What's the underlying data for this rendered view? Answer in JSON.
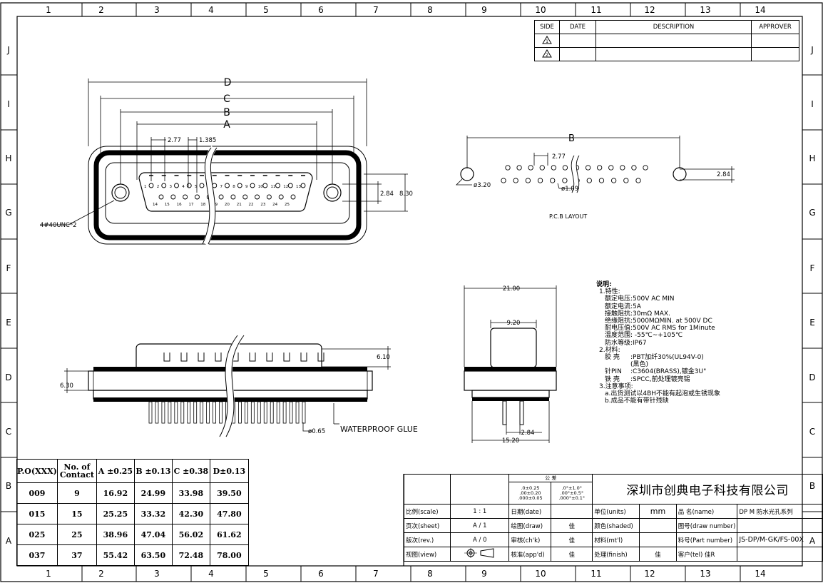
{
  "grid": {
    "cols": [
      "1",
      "2",
      "3",
      "4",
      "5",
      "6",
      "7",
      "8",
      "9",
      "10",
      "11",
      "12",
      "13",
      "14"
    ],
    "rows": [
      "J",
      "I",
      "H",
      "G",
      "F",
      "E",
      "D",
      "C",
      "B",
      "A"
    ]
  },
  "revision": {
    "headers": [
      "SIDE",
      "DATE",
      "DESCRIPTION",
      "APPROVER"
    ],
    "marks": [
      "1",
      "2"
    ]
  },
  "front_view": {
    "dims": {
      "D": "D",
      "C": "C",
      "B": "B",
      "A": "A",
      "pitch": "2.77",
      "half_pitch": "1.385",
      "h1": "2.84",
      "h2": "8.30"
    },
    "screw_note": "4#40UNC*2",
    "top_pins": [
      "1",
      "2",
      "3",
      "4",
      "5",
      "6",
      "7",
      "8",
      "9",
      "10",
      "11",
      "12",
      "13"
    ],
    "bottom_pins": [
      "14",
      "15",
      "16",
      "17",
      "18",
      "19",
      "20",
      "21",
      "22",
      "23",
      "24",
      "25"
    ]
  },
  "pcb": {
    "dim_b": "B",
    "pitch": "2.77",
    "hole_big": "ø3.20",
    "hole_small": "ø1.09",
    "offset": "2.84",
    "title": "P.C.B LAYOUT"
  },
  "side_view": {
    "d1": "6.10",
    "d2": "6.30",
    "pin": "ø0.65",
    "glue": "WATERPROOF GLUE"
  },
  "end_view": {
    "w1": "21.00",
    "w2": "9.20",
    "w3": "2.84",
    "w4": "15.20"
  },
  "notes": {
    "heading": "说明:",
    "spec_title": "1.特性:",
    "specs": [
      {
        "k": "额定电压",
        "v": ":500V AC MIN"
      },
      {
        "k": "额定电流",
        "v": ":5A"
      },
      {
        "k": "接触阻抗",
        "v": ":30mΩ MAX."
      },
      {
        "k": "绝缘阻抗",
        "v": ":5000MΩMIN. at 500V DC"
      },
      {
        "k": "耐电压值",
        "v": ":500V AC RMS for 1Minute"
      },
      {
        "k": "温度范围",
        "v": ": -55℃~+105℃"
      },
      {
        "k": "防水等级",
        "v": ":IP67"
      }
    ],
    "mat_title": "2.材料:",
    "materials": [
      {
        "k": "胶 壳",
        "v": ":PBT加纤30%(UL94V-0)"
      },
      {
        "k": "",
        "v": "(黑色)"
      },
      {
        "k": "针PIN",
        "v": ":C3604(BRASS),镀金3U\""
      },
      {
        "k": "铁 壳",
        "v": ":SPCC,前处理镀亮锡"
      }
    ],
    "att_title": "3.注意事项:",
    "attentions": [
      "a.出货测试以4BH不能有起泡或生锈现象",
      "b.成品不能有带针残缺"
    ]
  },
  "part_table": {
    "headers": [
      "P.O(XXX)",
      "No. of Contact",
      "A ±0.25",
      "B ±0.13",
      "C ±0.38",
      "D±0.13"
    ],
    "rows": [
      [
        "009",
        "9",
        "16.92",
        "24.99",
        "33.98",
        "39.50"
      ],
      [
        "015",
        "15",
        "25.25",
        "33.32",
        "42.30",
        "47.80"
      ],
      [
        "025",
        "25",
        "38.96",
        "47.04",
        "56.02",
        "61.62"
      ],
      [
        "037",
        "37",
        "55.42",
        "63.50",
        "72.48",
        "78.00"
      ]
    ]
  },
  "title_block": {
    "tol_title": "公 差",
    "tol_lin": [
      ".0±0.25",
      ".00±0.20",
      ".000±0.05"
    ],
    "tol_ang": [
      ".0°±1.0°",
      ".00°±0.5°",
      ".000°±0.1°"
    ],
    "company": "深圳市创典电子科技有限公司",
    "scale_label": "比例(scale)",
    "scale": "1 : 1",
    "date_label": "日期(date)",
    "units_label": "单位(units)",
    "units": "mm",
    "name_label": "品 名(name)",
    "name": "DP M 防水光孔系列",
    "sheet_label": "页次(sheet)",
    "sheet": "A / 1",
    "draw_label": "绘图(draw)",
    "draw": "佳",
    "shaded_label": "颜色(shaded)",
    "drawno_label": "图号(draw number)",
    "rev_label": "版次(rev.)",
    "rev": "A / 0",
    "chk_label": "审核(ch'k)",
    "chk": "佳",
    "mtl_label": "材料(mt'l)",
    "partno_label": "料号(Part number)",
    "partno": "JS-DP/M-GK/FS-00X",
    "view_label": "视图(view)",
    "appd_label": "核准(app'd)",
    "appd": "佳",
    "finish_label": "处理(finish)",
    "finish": "佳",
    "tel_label": "客户(tel)",
    "tel": "佳R"
  }
}
